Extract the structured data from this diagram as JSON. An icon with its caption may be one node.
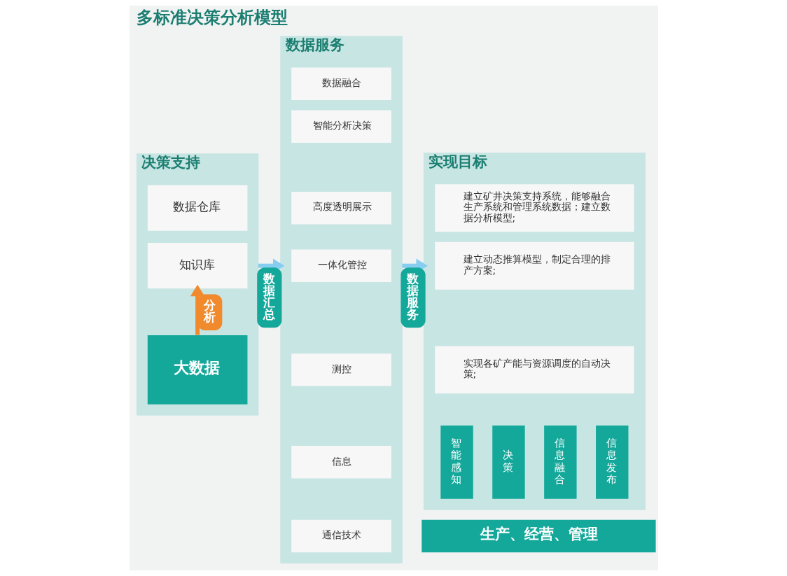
{
  "diagram": {
    "title": "多标准决策分析模型",
    "nodes": [
      {
        "text": [
          "决策支持"
        ]
      },
      {
        "text": [
          "数据仓库"
        ],
        "in": 0
      },
      {
        "text": [
          "知识库"
        ],
        "in": 0
      },
      {
        "text": [
          "大数据"
        ],
        "in": 0
      },
      {
        "text": [
          "数据服务"
        ]
      },
      {
        "text": [
          "数据融合"
        ],
        "in": 4
      },
      {
        "text": [
          "智能分析决策"
        ],
        "in": 4
      },
      {
        "text": [
          "高度透明展示"
        ],
        "in": 4
      },
      {
        "text": [
          "一体化管控"
        ],
        "in": 4
      },
      {
        "text": [
          "测控"
        ],
        "in": 4
      },
      {
        "text": [
          "信息"
        ],
        "in": 4
      },
      {
        "text": [
          "通信技术"
        ],
        "in": 4
      },
      {
        "text": [
          "实现目标"
        ]
      },
      {
        "text": [
          "建立矿井决策支持系统，能够融合生产系统和管理系统数据；建立数据分析模型;"
        ],
        "in": 12
      },
      {
        "text": [
          "建立动态推算模型，制定合理的排产方案;"
        ],
        "in": 12
      },
      {
        "text": [
          "实现各矿产能与资源调度的自动决策;"
        ],
        "in": 12
      },
      {
        "text": [
          "智能感知"
        ],
        "in": 12
      },
      {
        "text": [
          "决策"
        ],
        "in": 12
      },
      {
        "text": [
          "信息融合"
        ],
        "in": 12
      },
      {
        "text": [
          "信息发布"
        ],
        "in": 12
      },
      {
        "text": [
          "生产、经营、管理"
        ]
      }
    ],
    "edges": [
      {
        "from": 3,
        "to": 2,
        "label": "分析",
        "arrow": "to",
        "color": "#f08a2c"
      },
      {
        "from": 0,
        "to": 4,
        "label": "数据汇总",
        "arrow": "to",
        "color": "#86cdf0"
      },
      {
        "from": 4,
        "to": 12,
        "label": "数据服务",
        "arrow": "to",
        "color": "#86cdf0"
      }
    ]
  }
}
